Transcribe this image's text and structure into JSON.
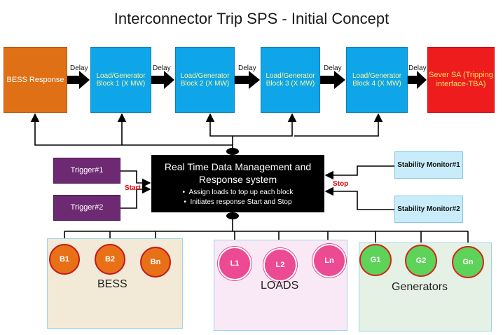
{
  "title": "Interconnector Trip SPS - Initial Concept",
  "chain": {
    "bess_response": "BESS Response",
    "blocks": [
      "Load/Generator Block 1 (X MW)",
      "Load/Generator Block 2 (X MW)",
      "Load/Generator Block 3 (X MW)",
      "Load/Generator Block 4 (X MW)"
    ],
    "delay_label": "Delay",
    "sever": "Sever SA (Tripping interface-TBA)"
  },
  "triggers": [
    "Trigger#1",
    "Trigger#2"
  ],
  "start_label": "Start",
  "stop_label": "Stop",
  "core": {
    "title": "Real Time Data Management and Response system",
    "bullets": [
      "Assign loads to top up each block",
      "Initiates response Start and Stop"
    ]
  },
  "monitors": [
    "Stability Monitor#1",
    "Stability Monitor#2"
  ],
  "groups": {
    "bess": {
      "label": "BESS",
      "items": [
        "B1",
        "B2",
        "Bn"
      ]
    },
    "loads": {
      "label": "LOADS",
      "items": [
        "L1",
        "L2",
        "Ln"
      ]
    },
    "generators": {
      "label": "Generators",
      "items": [
        "G1",
        "G2",
        "Gn"
      ]
    }
  },
  "colors": {
    "bess_response": "#e07015",
    "block": "#0ea5e9",
    "sever": "#ee1c1c",
    "trigger": "#6d2a73",
    "core": "#000000",
    "monitor": "#c9ecfa",
    "bess_unit": "#e87118",
    "load_unit": "#ec4a93",
    "gen_unit": "#5ed35a"
  }
}
